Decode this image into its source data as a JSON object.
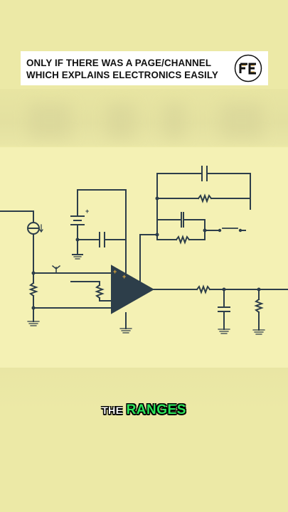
{
  "banner": {
    "line1": "ONLY IF THERE WAS A PAGE/CHANNEL",
    "line2": "WHICH EXPLAINS ELECTRONICS EASILY",
    "logo_icon": "fe-logo-icon"
  },
  "caption": {
    "word1": "THE",
    "word2": "RANGES"
  },
  "colors": {
    "background": "#ece9a6",
    "panel": "#f4f1b4",
    "wire": "#2d3e4a",
    "opamp_pin": "#e0a93a",
    "caption_accent": "#2ee65a"
  },
  "diagram": {
    "opamp_pins": [
      "+",
      "+"
    ],
    "battery_polarity": "+"
  }
}
